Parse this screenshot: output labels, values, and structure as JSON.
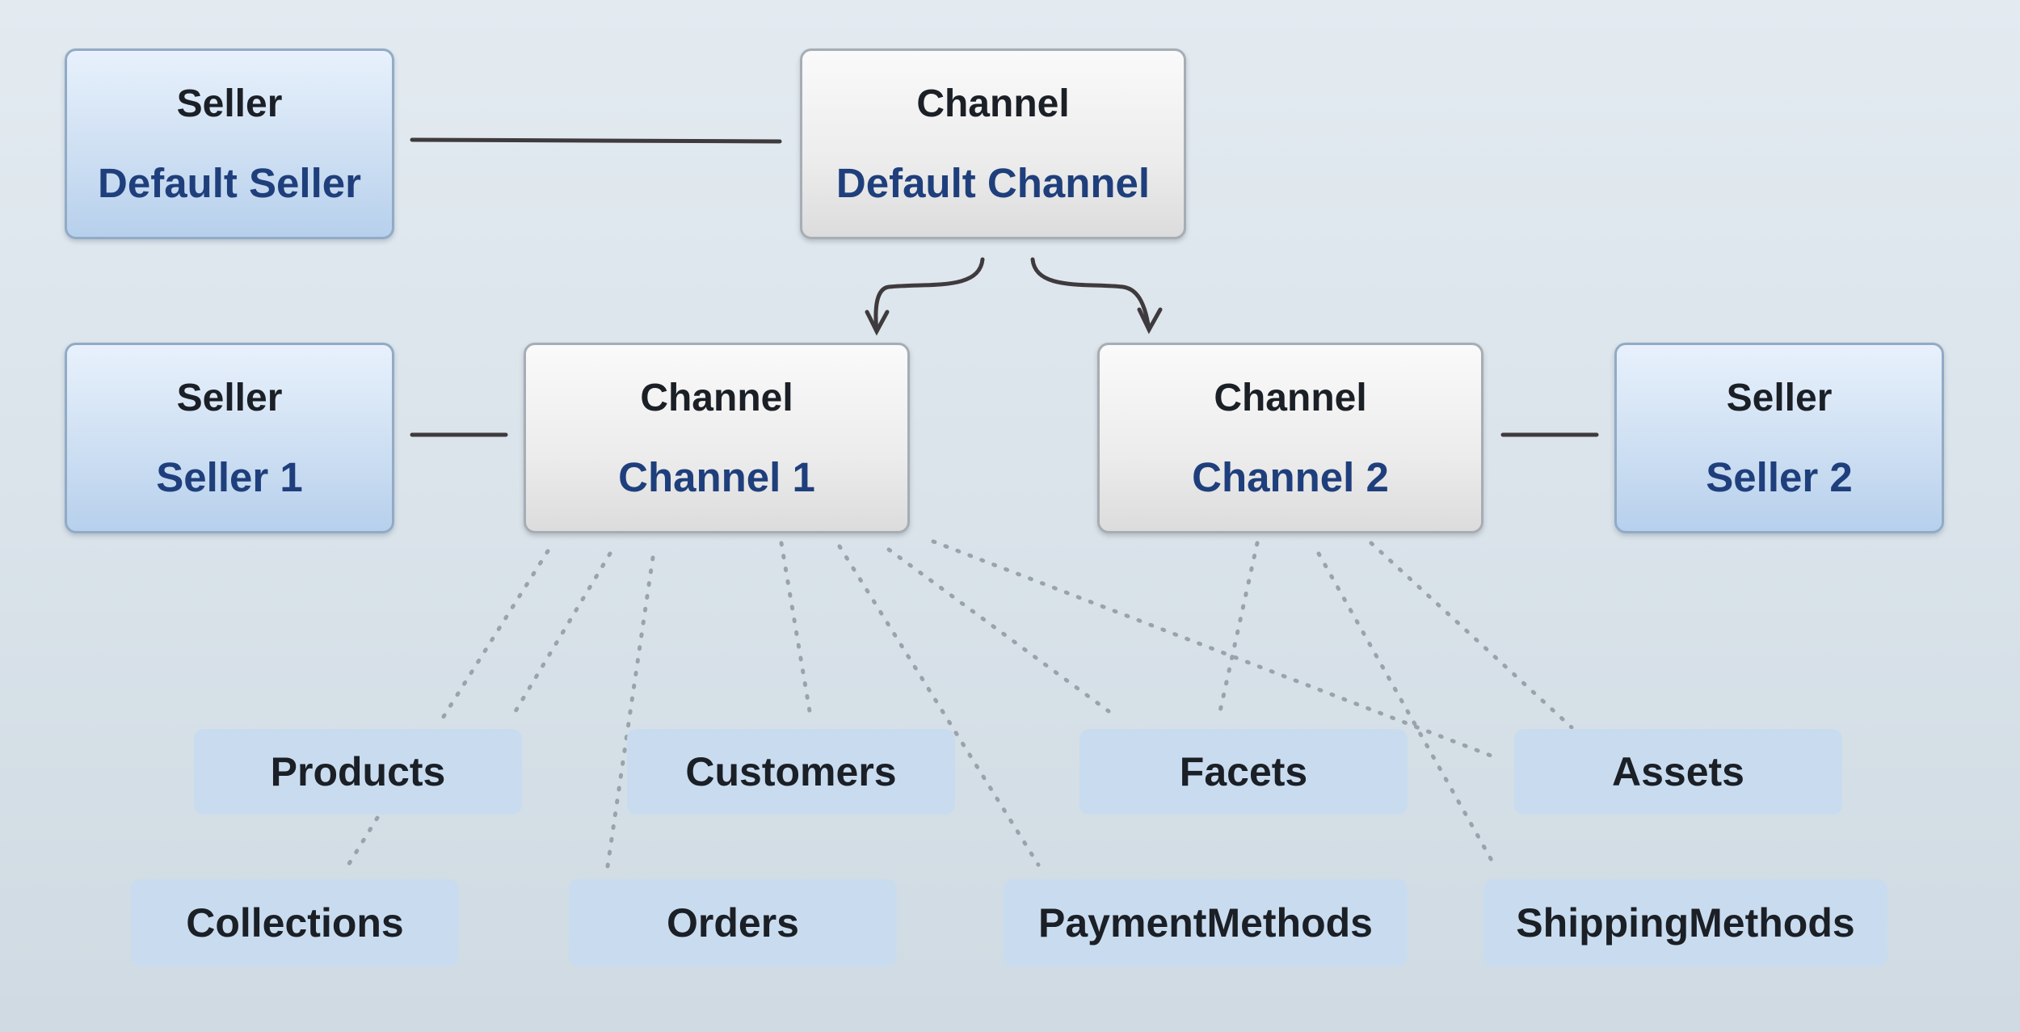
{
  "diagram": {
    "top_row": {
      "default_seller": {
        "kind": "Seller",
        "name": "Default Seller"
      },
      "default_channel": {
        "kind": "Channel",
        "name": "Default Channel"
      }
    },
    "middle_row": {
      "seller_1": {
        "kind": "Seller",
        "name": "Seller 1"
      },
      "channel_1": {
        "kind": "Channel",
        "name": "Channel 1"
      },
      "channel_2": {
        "kind": "Channel",
        "name": "Channel 2"
      },
      "seller_2": {
        "kind": "Seller",
        "name": "Seller 2"
      }
    },
    "entities": {
      "products": "Products",
      "customers": "Customers",
      "facets": "Facets",
      "assets": "Assets",
      "collections": "Collections",
      "orders": "Orders",
      "payment_methods": "PaymentMethods",
      "shipping_methods": "ShippingMethods"
    },
    "colors": {
      "seller_fill": "#c9dcf1",
      "channel_fill": "#ececec",
      "entity_fill": "#c9dcef",
      "name_text": "#1f3f7c",
      "connector": "#3f3a3d",
      "dotted_link": "#9aa3ab"
    }
  }
}
